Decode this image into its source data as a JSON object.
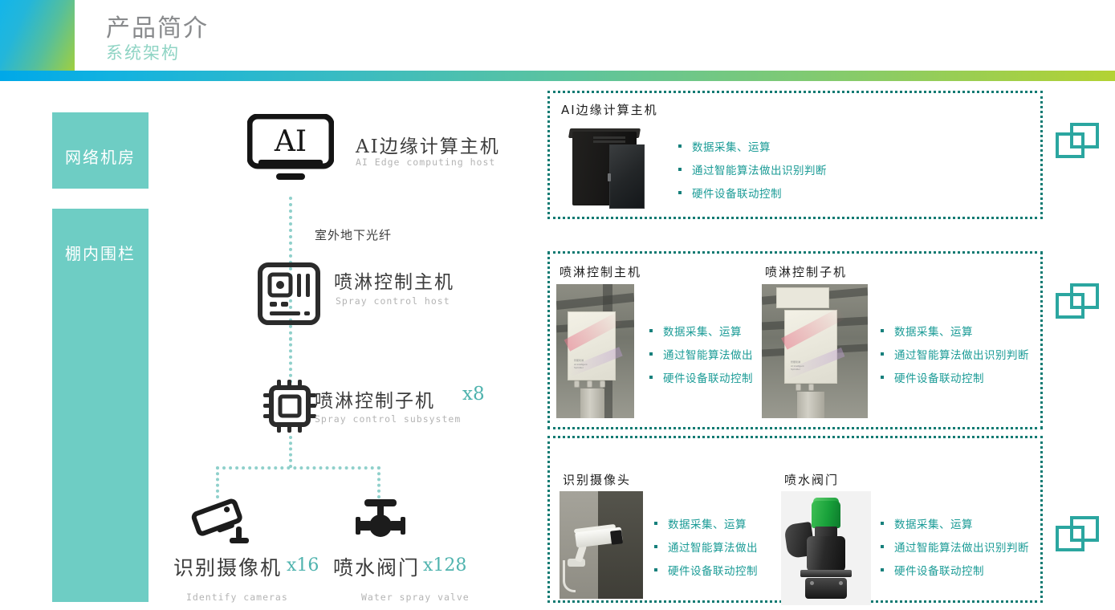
{
  "header": {
    "title": "产品简介",
    "subtitle": "系统架构"
  },
  "zones": [
    {
      "id": "network-room",
      "label": "网络机房"
    },
    {
      "id": "indoor-fence",
      "label": "棚内围栏"
    }
  ],
  "diagram": {
    "fiber_link_label": "室外地下光纤",
    "nodes": [
      {
        "id": "ai-edge-host",
        "icon": "monitor-ai-icon",
        "icon_text": "AI",
        "label": "AI边缘计算主机",
        "sublabel": "AI Edge computing host",
        "count": ""
      },
      {
        "id": "spray-control-host",
        "icon": "server-module-icon",
        "label": "喷淋控制主机",
        "sublabel": "Spray control host",
        "count": ""
      },
      {
        "id": "spray-control-subsystem",
        "icon": "chip-icon",
        "label": "喷淋控制子机",
        "sublabel": "Spray control subsystem",
        "count": "x8"
      },
      {
        "id": "identify-camera",
        "icon": "cctv-camera-icon",
        "label": "识别摄像机",
        "sublabel": "Identify cameras",
        "count": "x16"
      },
      {
        "id": "water-spray-valve",
        "icon": "valve-icon",
        "label": "喷水阀门",
        "sublabel": "Water spray valve",
        "count": "x128"
      }
    ]
  },
  "panels": [
    {
      "id": "panel-ai-edge-host",
      "items": [
        {
          "title": "AI边缘计算主机",
          "photo": "server-rack-photo",
          "bullets": [
            "数据采集、运算",
            "通过智能算法做出识别判断",
            "硬件设备联动控制"
          ]
        }
      ]
    },
    {
      "id": "panel-spray-control",
      "items": [
        {
          "title": "喷淋控制主机",
          "photo": "spray-control-host-photo",
          "bullets": [
            "数据采集、运算",
            "通过智能算法做出",
            "硬件设备联动控制"
          ]
        },
        {
          "title": "喷淋控制子机",
          "photo": "spray-control-sub-photo",
          "bullets": [
            "数据采集、运算",
            "通过智能算法做出识别判断",
            "硬件设备联动控制"
          ]
        }
      ]
    },
    {
      "id": "panel-field-devices",
      "items": [
        {
          "title": "识别摄像头",
          "photo": "camera-photo",
          "bullets": [
            "数据采集、运算",
            "通过智能算法做出",
            "硬件设备联动控制"
          ]
        },
        {
          "title": "喷水阀门",
          "photo": "valve-photo",
          "bullets": [
            "数据采集、运算",
            "通过智能算法做出识别判断",
            "硬件设备联动控制"
          ]
        }
      ]
    }
  ],
  "colors": {
    "accent_teal": "#2ba6a0",
    "zone_box": "#6ecdc4",
    "panel_border": "#0f7a72",
    "bullet_text": "#1a9b96",
    "count_text": "#4fb3ae",
    "title_gray": "#888a8c",
    "subtitle_teal": "#8fd4c4",
    "dotted_connector": "#8fd0cb"
  }
}
